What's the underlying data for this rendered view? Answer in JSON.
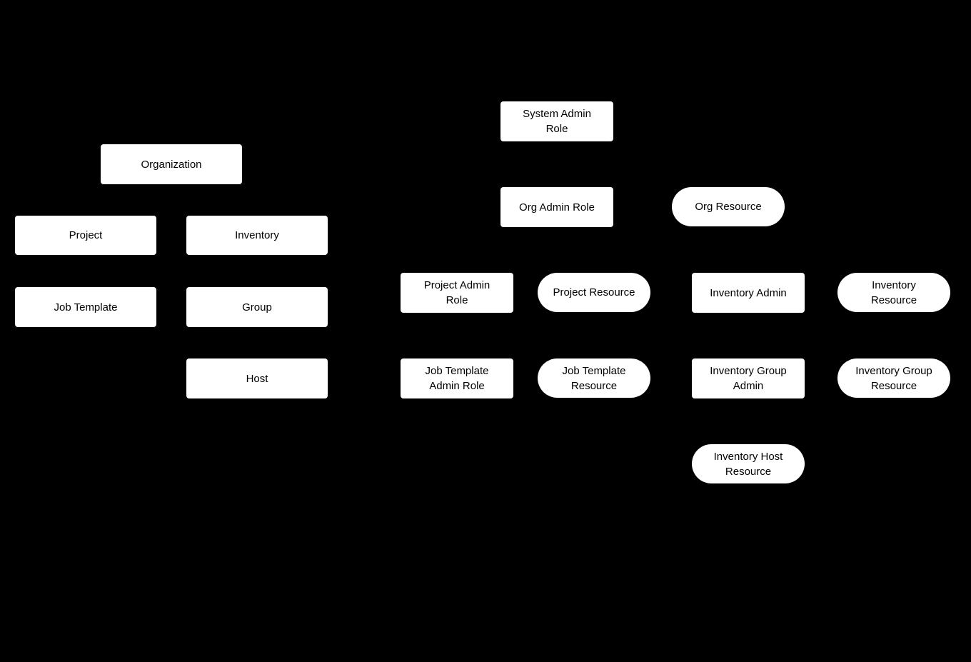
{
  "diagram": {
    "background_color": "#000000",
    "node_fill_color": "#ffffff",
    "node_text_color": "#000000",
    "nodes": [
      {
        "label": "Organization",
        "shape": "rectangle"
      },
      {
        "label": "Project",
        "shape": "rectangle"
      },
      {
        "label": "Inventory",
        "shape": "rectangle"
      },
      {
        "label": "Job Template",
        "shape": "rectangle"
      },
      {
        "label": "Group",
        "shape": "rectangle"
      },
      {
        "label": "Host",
        "shape": "rectangle"
      },
      {
        "label": "System Admin\nRole",
        "shape": "rectangle"
      },
      {
        "label": "Org Admin Role",
        "shape": "rectangle"
      },
      {
        "label": "Org Resource",
        "shape": "rounded"
      },
      {
        "label": "Project Admin\nRole",
        "shape": "rectangle"
      },
      {
        "label": "Project Resource",
        "shape": "rounded"
      },
      {
        "label": "Inventory Admin",
        "shape": "rectangle"
      },
      {
        "label": "Inventory\nResource",
        "shape": "rounded"
      },
      {
        "label": "Job Template\nAdmin Role",
        "shape": "rectangle"
      },
      {
        "label": "Job Template\nResource",
        "shape": "rounded"
      },
      {
        "label": "Inventory Group\nAdmin",
        "shape": "rectangle"
      },
      {
        "label": "Inventory Group\nResource",
        "shape": "rounded"
      },
      {
        "label": "Inventory Host\nResource",
        "shape": "rounded"
      }
    ]
  }
}
